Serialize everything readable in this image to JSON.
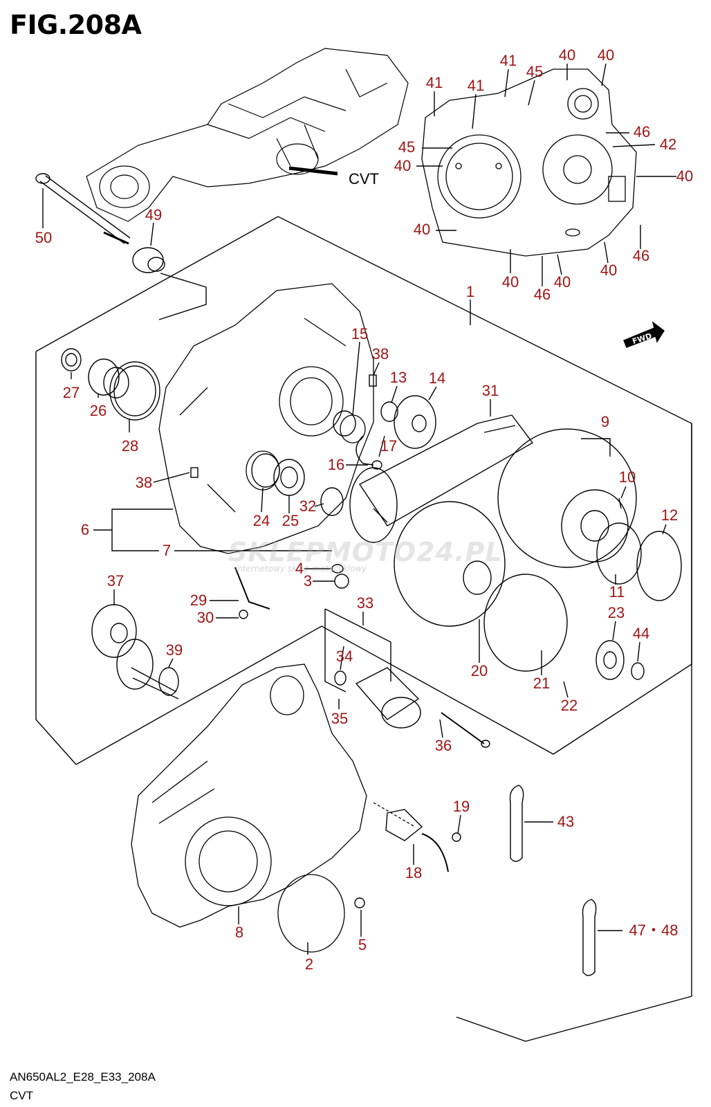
{
  "figure": {
    "title": "FIG.208A",
    "cvt_label": "CVT",
    "fwd_label": "FWD",
    "footer_code": "AN650AL2_E28_E33_208A",
    "footer_name": "CVT"
  },
  "watermark": {
    "brand": "SKLEPMOTO24.PL",
    "tagline": "internetowy sklep motocyklowy"
  },
  "callouts": [
    {
      "id": "c50",
      "text": "50"
    },
    {
      "id": "c49",
      "text": "49"
    },
    {
      "id": "c41a",
      "text": "41"
    },
    {
      "id": "c41b",
      "text": "41"
    },
    {
      "id": "c41c",
      "text": "41"
    },
    {
      "id": "c45a",
      "text": "45"
    },
    {
      "id": "c40a",
      "text": "40"
    },
    {
      "id": "c40b",
      "text": "40"
    },
    {
      "id": "c46a",
      "text": "46"
    },
    {
      "id": "c42",
      "text": "42"
    },
    {
      "id": "c45b",
      "text": "45"
    },
    {
      "id": "c40c",
      "text": "40"
    },
    {
      "id": "c40d",
      "text": "40"
    },
    {
      "id": "c40e",
      "text": "40"
    },
    {
      "id": "c46b",
      "text": "46"
    },
    {
      "id": "c40f",
      "text": "40"
    },
    {
      "id": "c40g",
      "text": "40"
    },
    {
      "id": "c40h",
      "text": "40"
    },
    {
      "id": "c46c",
      "text": "46"
    },
    {
      "id": "c1",
      "text": "1"
    },
    {
      "id": "c15",
      "text": "15"
    },
    {
      "id": "c38a",
      "text": "38"
    },
    {
      "id": "c13",
      "text": "13"
    },
    {
      "id": "c14",
      "text": "14"
    },
    {
      "id": "c31",
      "text": "31"
    },
    {
      "id": "c9",
      "text": "9"
    },
    {
      "id": "c27",
      "text": "27"
    },
    {
      "id": "c26",
      "text": "26"
    },
    {
      "id": "c28",
      "text": "28"
    },
    {
      "id": "c17",
      "text": "17"
    },
    {
      "id": "c16",
      "text": "16"
    },
    {
      "id": "c10",
      "text": "10"
    },
    {
      "id": "c38b",
      "text": "38"
    },
    {
      "id": "c32",
      "text": "32"
    },
    {
      "id": "c12",
      "text": "12"
    },
    {
      "id": "c24",
      "text": "24"
    },
    {
      "id": "c25",
      "text": "25"
    },
    {
      "id": "c6",
      "text": "6"
    },
    {
      "id": "c7",
      "text": "7"
    },
    {
      "id": "c4",
      "text": "4"
    },
    {
      "id": "c3",
      "text": "3"
    },
    {
      "id": "c11",
      "text": "11"
    },
    {
      "id": "c37",
      "text": "37"
    },
    {
      "id": "c33",
      "text": "33"
    },
    {
      "id": "c23",
      "text": "23"
    },
    {
      "id": "c29",
      "text": "29"
    },
    {
      "id": "c30",
      "text": "30"
    },
    {
      "id": "c44",
      "text": "44"
    },
    {
      "id": "c39",
      "text": "39"
    },
    {
      "id": "c34",
      "text": "34"
    },
    {
      "id": "c20",
      "text": "20"
    },
    {
      "id": "c21",
      "text": "21"
    },
    {
      "id": "c22",
      "text": "22"
    },
    {
      "id": "c35",
      "text": "35"
    },
    {
      "id": "c36",
      "text": "36"
    },
    {
      "id": "c19",
      "text": "19"
    },
    {
      "id": "c43",
      "text": "43"
    },
    {
      "id": "c18",
      "text": "18"
    },
    {
      "id": "c5",
      "text": "5"
    },
    {
      "id": "c8",
      "text": "8"
    },
    {
      "id": "c2",
      "text": "2"
    },
    {
      "id": "c4748",
      "text": "47・48"
    }
  ],
  "colors": {
    "callout": "#a01414",
    "lines": "#000000"
  }
}
